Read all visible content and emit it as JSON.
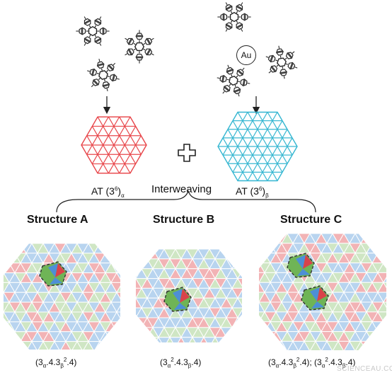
{
  "molecule": {
    "metal_label": "Au"
  },
  "tilings": {
    "alpha": {
      "label": "AT (3",
      "sup": "6",
      "close": ")",
      "sub": "α",
      "color": "#e8474b"
    },
    "beta": {
      "label": "AT (3",
      "sup": "6",
      "close": ")",
      "sub": "β",
      "color": "#39b8d2"
    }
  },
  "plus_symbol": "+",
  "interweaving_label": "Interweaving",
  "structures": [
    {
      "title": "Structure A"
    },
    {
      "title": "Structure B"
    },
    {
      "title": "Structure C"
    }
  ],
  "formulas": {
    "a": {
      "p1": "(3",
      "s1": "α",
      "p2": ".4.3",
      "s2": "β",
      "sp2": "2",
      "p3": ".4)"
    },
    "b": {
      "p1": "(3",
      "s1": "α",
      "sp1": "2",
      "p2": ".4.3",
      "s2": "β",
      "p3": ".4)"
    },
    "c": {
      "p1": "(3",
      "s1": "α",
      "p2": ".4.3",
      "s2": "β",
      "sp2": "2",
      "p3": ".4); (3",
      "s3": "α",
      "sp3": "2",
      "p4": ".4.3",
      "s4": "β",
      "p5": ".4)"
    }
  },
  "colors": {
    "red_tile": "#f2b3b5",
    "blue_tile": "#b8d4ef",
    "green_tile": "#cfe6c4",
    "deep_red": "#d9434a",
    "deep_blue": "#4d8fd6",
    "deep_green": "#6fb456",
    "arrow": "#222222"
  },
  "watermark": "SCIENCEAU.COM"
}
